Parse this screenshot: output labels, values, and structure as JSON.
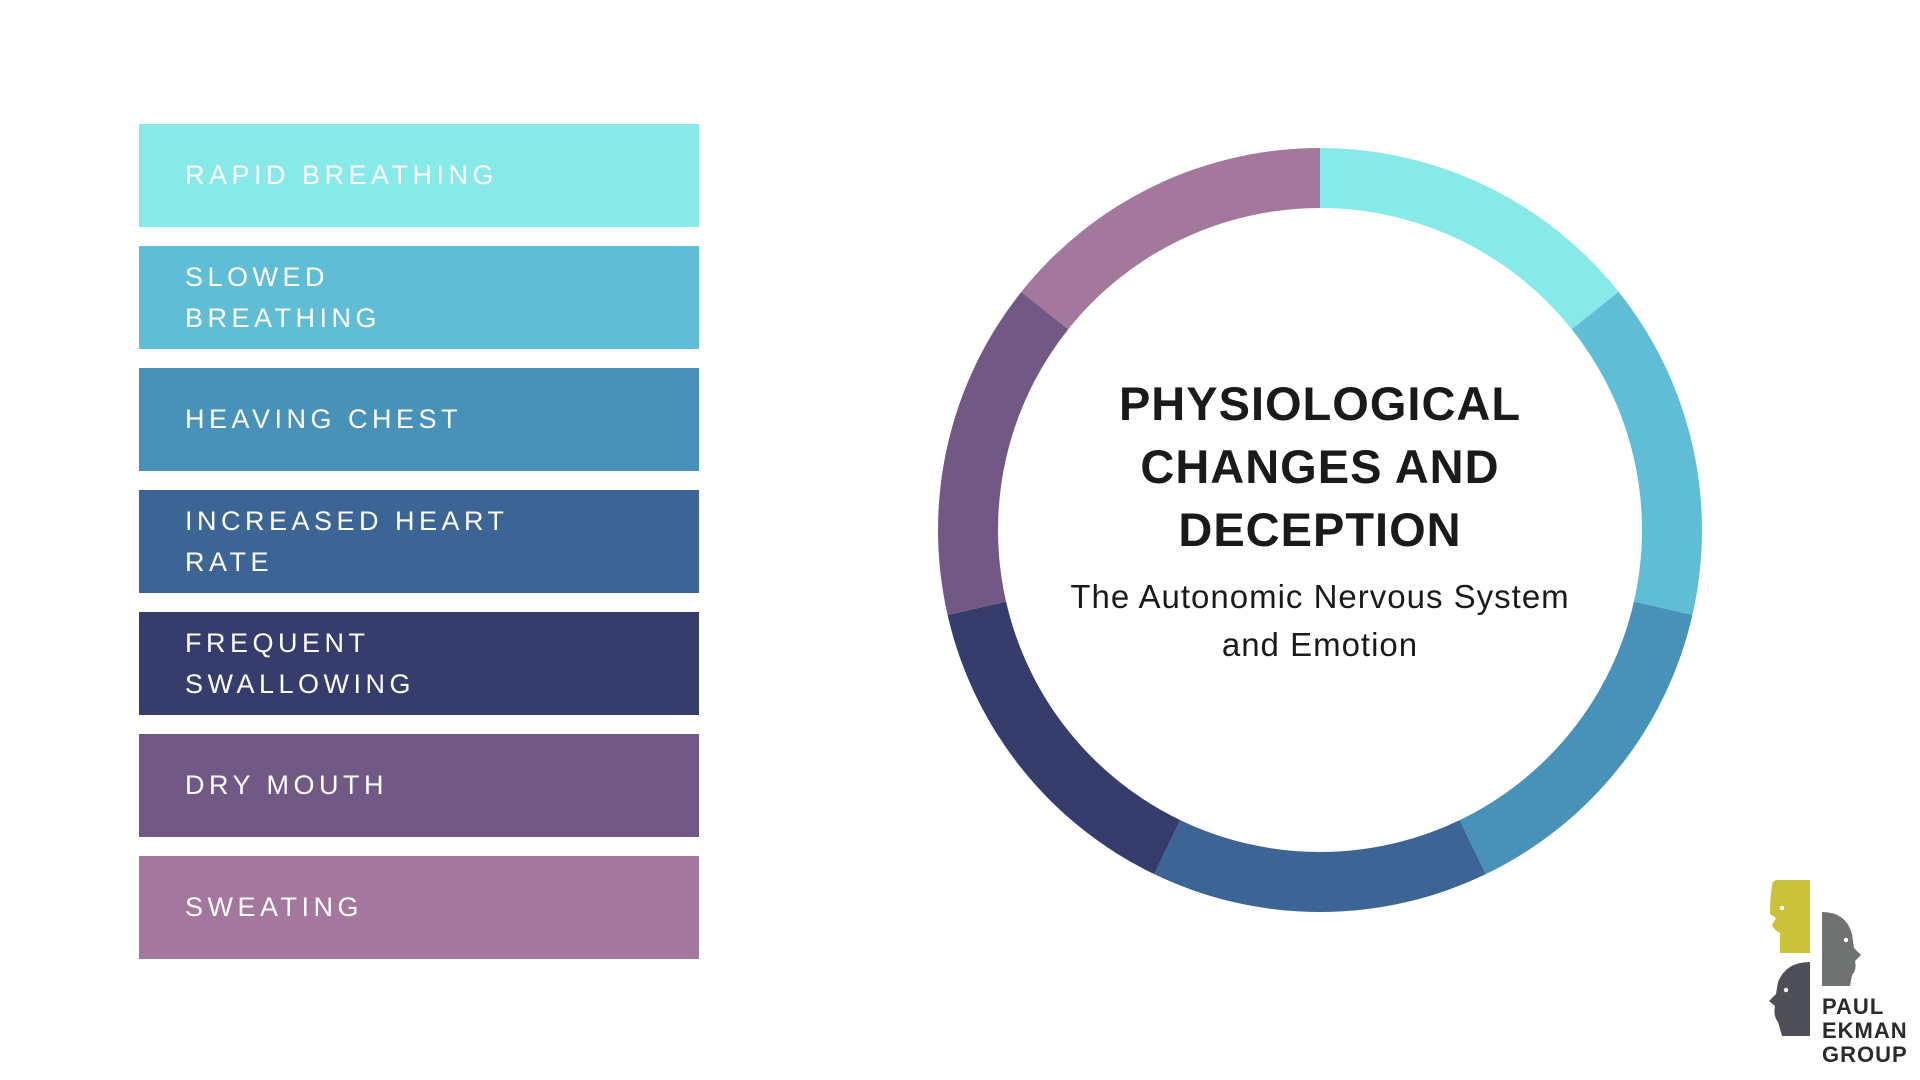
{
  "items": [
    {
      "label": "RAPID BREATHING",
      "color": "#87E9E8"
    },
    {
      "label": "SLOWED BREATHING",
      "color": "#5FBDD6"
    },
    {
      "label": "HEAVING CHEST",
      "color": "#4892BA"
    },
    {
      "label": "INCREASED HEART RATE",
      "color": "#3C6595"
    },
    {
      "label": "FREQUENT SWALLOWING",
      "color": "#363C6B"
    },
    {
      "label": "DRY MOUTH",
      "color": "#715885"
    },
    {
      "label": "SWEATING",
      "color": "#A4779D"
    }
  ],
  "center": {
    "title": "PHYSIOLOGICAL CHANGES AND DECEPTION",
    "subtitle": "The Autonomic Nervous System and Emotion"
  },
  "logo": {
    "line1": "PAUL",
    "line2": "EKMAN",
    "line3": "GROUP",
    "colors": {
      "top": "#C9C23A",
      "right": "#6F7270",
      "bottom": "#4F4F59"
    }
  }
}
